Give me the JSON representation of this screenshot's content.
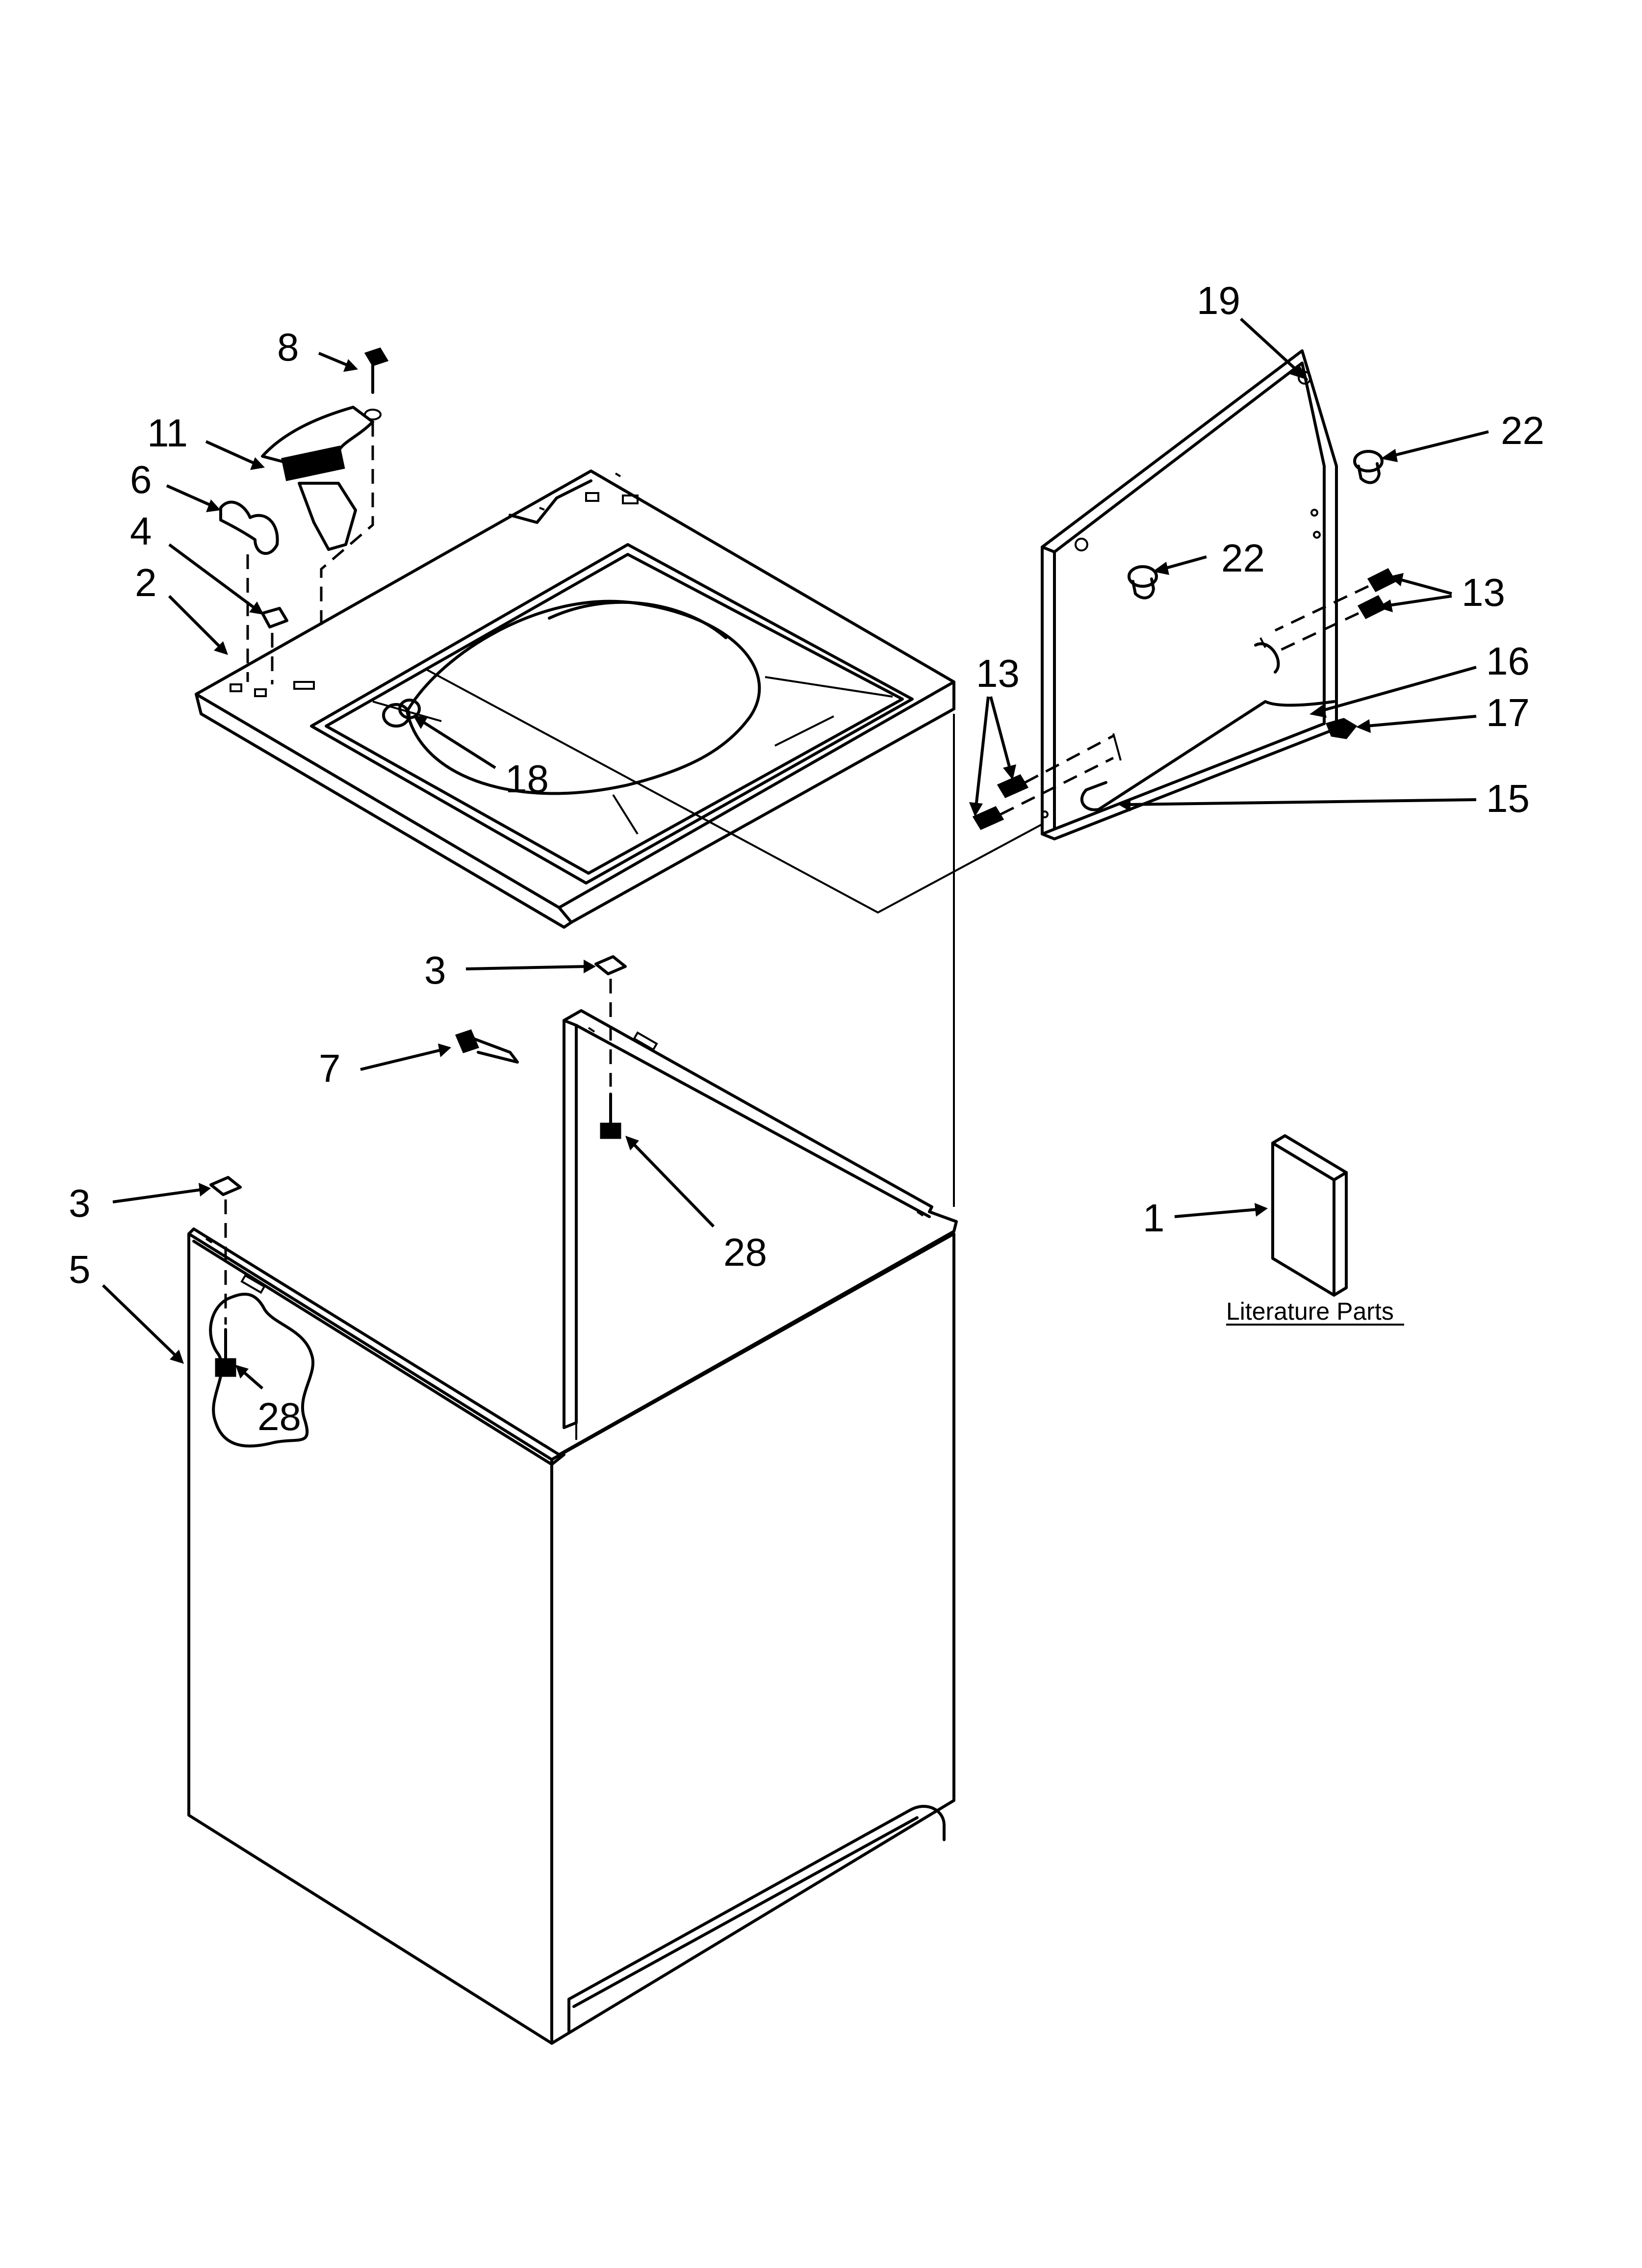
{
  "callouts": {
    "c1": "1",
    "c2": "2",
    "c3a": "3",
    "c3b": "3",
    "c4": "4",
    "c5": "5",
    "c6": "6",
    "c7": "7",
    "c8": "8",
    "c11": "11",
    "c13a": "13",
    "c13b": "13",
    "c15": "15",
    "c16": "16",
    "c17": "17",
    "c18": "18",
    "c19": "19",
    "c22a": "22",
    "c22b": "22",
    "c28a": "28",
    "c28b": "28"
  },
  "literature_caption": "Literature Parts",
  "colors": {
    "ink": "#000000",
    "paper": "#ffffff"
  }
}
